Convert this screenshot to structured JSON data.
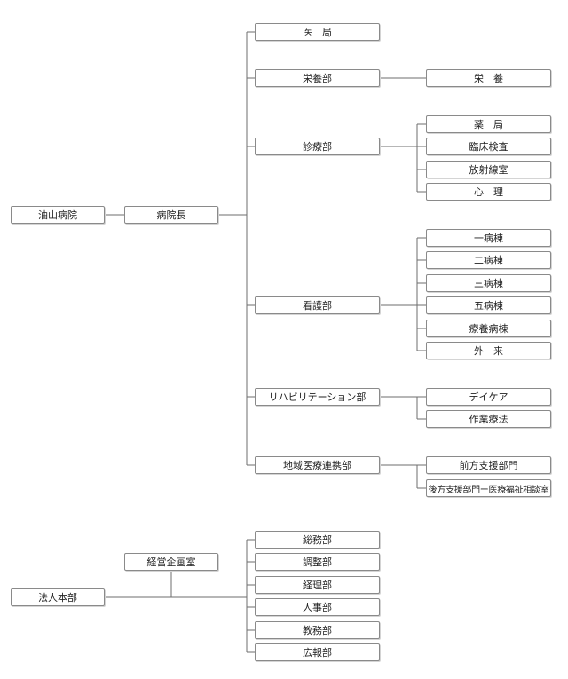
{
  "colors": {
    "line": "#6e6e6e",
    "border": "#8a8a8a",
    "text": "#222222"
  },
  "hospital": {
    "root": "油山病院",
    "director": "病院長",
    "departments": [
      {
        "label": "医　局",
        "children": []
      },
      {
        "label": "栄養部",
        "children": [
          "栄　養"
        ]
      },
      {
        "label": "診療部",
        "children": [
          "薬　局",
          "臨床検査",
          "放射線室",
          "心　理"
        ]
      },
      {
        "label": "看護部",
        "children": [
          "一病棟",
          "二病棟",
          "三病棟",
          "五病棟",
          "療養病棟",
          "外　来"
        ]
      },
      {
        "label": "リハビリテーション部",
        "children": [
          "デイケア",
          "作業療法"
        ]
      },
      {
        "label": "地域医療連携部",
        "children": [
          "前方支援部門",
          "後方支援部門ー医療福祉相談室"
        ]
      }
    ]
  },
  "corporate": {
    "root": "法人本部",
    "office": "経営企画室",
    "departments": [
      "総務部",
      "調整部",
      "経理部",
      "人事部",
      "教務部",
      "広報部"
    ]
  }
}
